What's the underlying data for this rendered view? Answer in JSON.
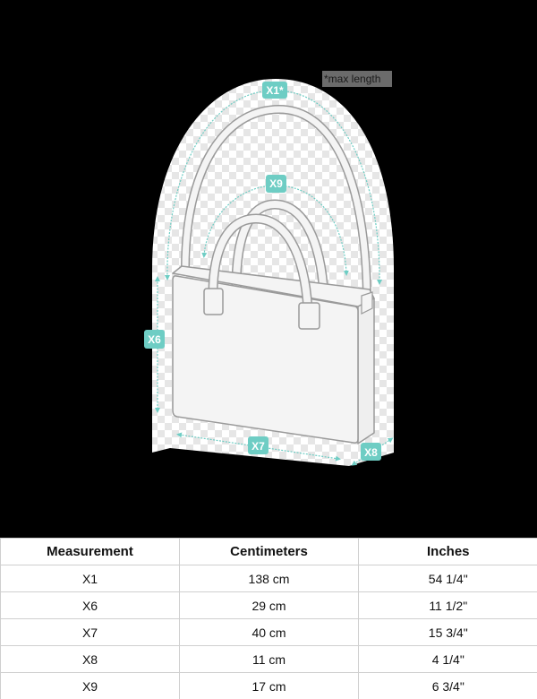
{
  "illustration": {
    "subject": "handbag-with-shoulder-strap",
    "note": "*max length",
    "accent_color": "#6ecdc4",
    "outline_color": "#9a9a9a",
    "fill_color": "#f4f4f4",
    "badges": {
      "x1": "X1*",
      "x6": "X6",
      "x7": "X7",
      "x8": "X8",
      "x9": "X9"
    }
  },
  "table": {
    "headers": [
      "Measurement",
      "Centimeters",
      "Inches"
    ],
    "rows": [
      {
        "measurement": "X1",
        "cm": "138 cm",
        "inches": "54 1/4\""
      },
      {
        "measurement": "X6",
        "cm": "29 cm",
        "inches": "11 1/2\""
      },
      {
        "measurement": "X7",
        "cm": "40 cm",
        "inches": "15 3/4\""
      },
      {
        "measurement": "X8",
        "cm": "11 cm",
        "inches": "4 1/4\""
      },
      {
        "measurement": "X9",
        "cm": "17 cm",
        "inches": "6 3/4\""
      }
    ]
  }
}
